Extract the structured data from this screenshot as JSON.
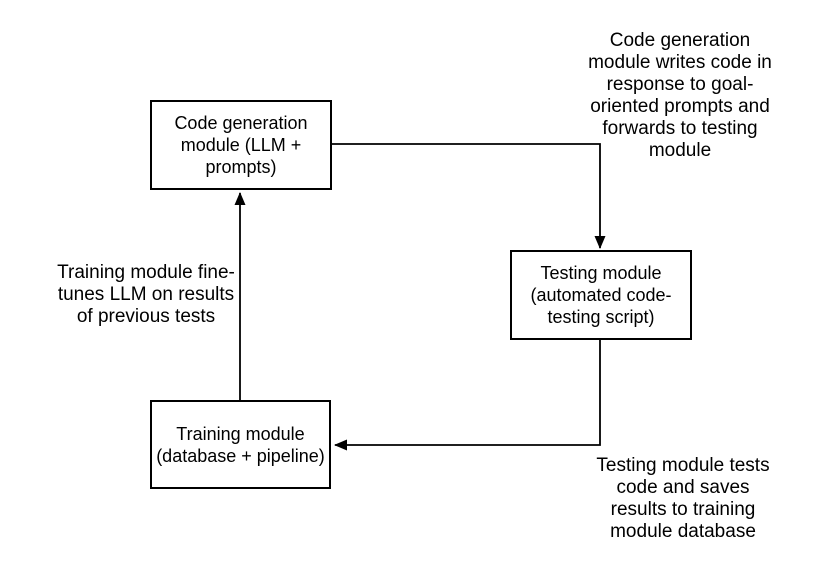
{
  "diagram": {
    "background_color": "#ffffff",
    "stroke_color": "#000000",
    "text_color": "#000000",
    "nodes": {
      "code_generation": {
        "id": "code-generation-module",
        "lines": [
          "Code generation",
          "module (LLM +",
          "prompts)"
        ]
      },
      "testing": {
        "id": "testing-module",
        "lines": [
          "Testing module",
          "(automated code-",
          "testing script)"
        ]
      },
      "training": {
        "id": "training-module",
        "lines": [
          "Training module",
          "(database + pipeline)"
        ]
      }
    },
    "annotations": {
      "codegen_to_testing": {
        "lines": [
          "Code generation",
          "module writes code in",
          "response to goal-",
          "oriented prompts and",
          "forwards to testing",
          "module"
        ]
      },
      "training_to_codegen": {
        "lines": [
          "Training module fine-",
          "tunes LLM on results",
          "of previous tests"
        ]
      },
      "testing_to_training": {
        "lines": [
          "Testing module tests",
          "code and saves",
          "results to training",
          "module database"
        ]
      }
    },
    "edges": [
      {
        "from": "code-generation-module",
        "to": "testing-module",
        "style": "right-angle",
        "arrowhead": "solid-triangle"
      },
      {
        "from": "testing-module",
        "to": "training-module",
        "style": "right-angle",
        "arrowhead": "solid-triangle"
      },
      {
        "from": "training-module",
        "to": "code-generation-module",
        "style": "straight",
        "arrowhead": "solid-triangle"
      }
    ]
  }
}
